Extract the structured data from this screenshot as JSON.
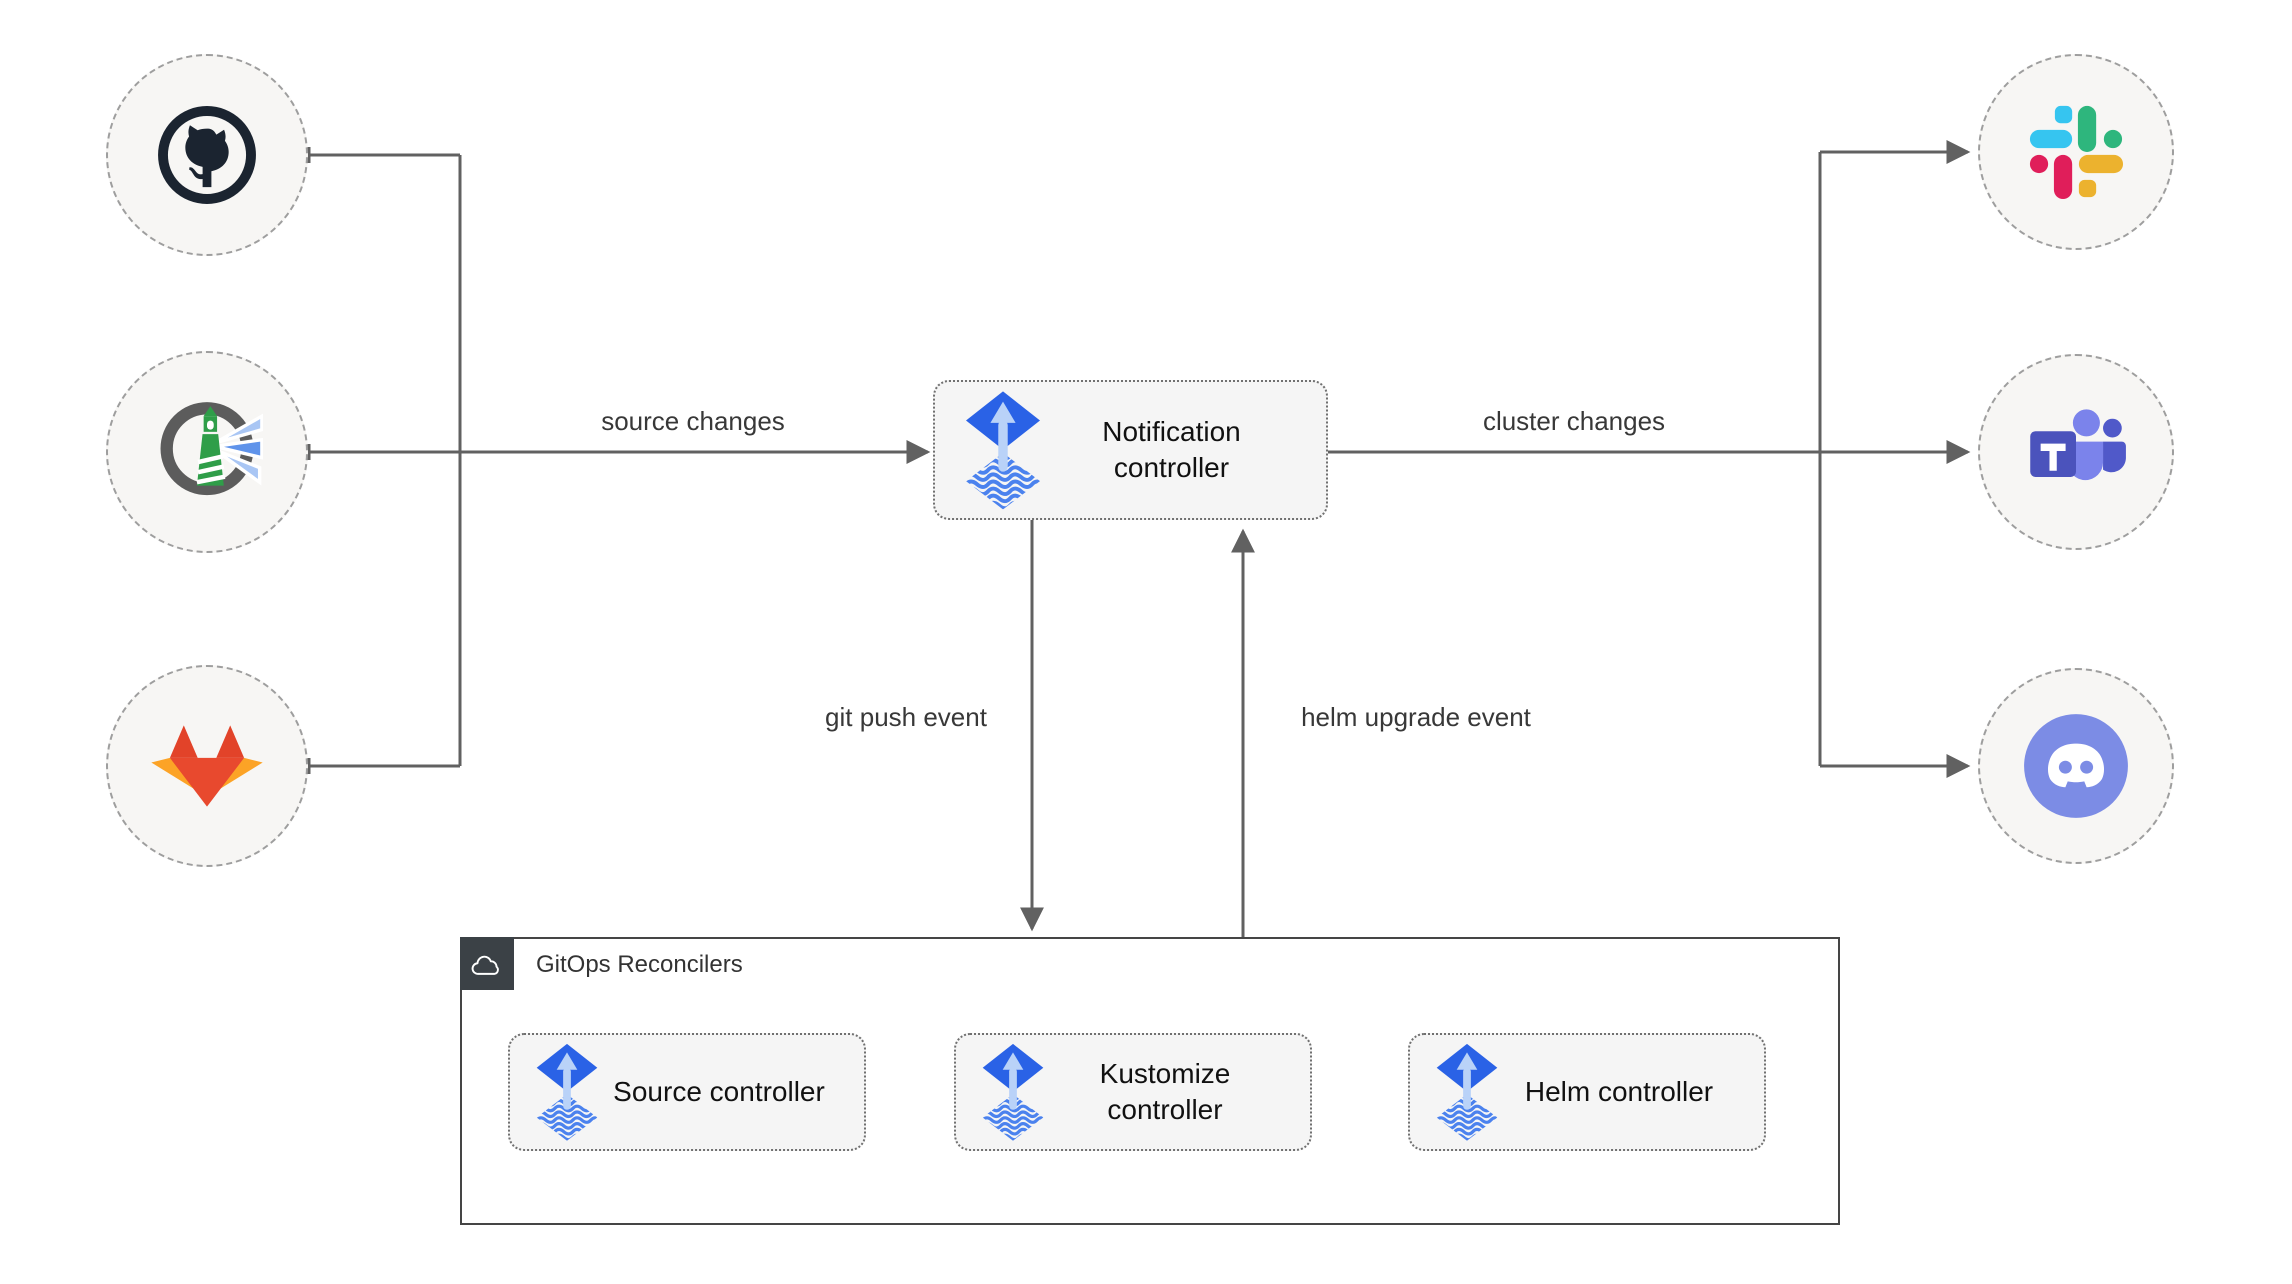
{
  "diagram": {
    "title_implicit": "Flux notification controller architecture",
    "container": {
      "label": "GitOps Reconcilers",
      "icon": "cloud-icon"
    },
    "nodes": {
      "notification": {
        "label": "Notification controller",
        "icon": "flux-icon"
      },
      "source": {
        "label": "Source controller",
        "icon": "flux-icon"
      },
      "kustomize": {
        "label": "Kustomize controller",
        "icon": "flux-icon"
      },
      "helm": {
        "label": "Helm controller",
        "icon": "flux-icon"
      }
    },
    "edge_labels": {
      "source_changes": "source changes",
      "cluster_changes": "cluster changes",
      "git_push": "git push event",
      "helm_upgrade": "helm upgrade event"
    },
    "integrations": {
      "sources": [
        "github",
        "harbor",
        "gitlab"
      ],
      "notification_targets": [
        "slack",
        "microsoft-teams",
        "discord"
      ]
    },
    "icons": {
      "github": "github-icon",
      "harbor": "harbor-icon",
      "gitlab": "gitlab-icon",
      "slack": "slack-icon",
      "microsoft_teams": "ms-teams-icon",
      "discord": "discord-icon",
      "flux": "flux-icon",
      "cloud": "cloud-icon"
    },
    "colors": {
      "edge": "#616161",
      "circle_fill": "#f7f6f4",
      "circle_border": "#9e9e9e",
      "box_fill": "#f5f5f5",
      "box_border": "#707070",
      "container_border": "#454545",
      "container_tab": "#3b4146",
      "flux_blue": "#2a62e6",
      "flux_light_blue": "#b9d2f8",
      "flux_wave_blue": "#4b82ee",
      "github_dark": "#1b2430",
      "harbor_gray": "#5c5c5c",
      "harbor_green": "#2f9e49",
      "harbor_beam_light": "#a9c6f4",
      "harbor_beam_dark": "#5f93ea",
      "gitlab_red": "#e24329",
      "gitlab_center": "#e8492e",
      "gitlab_yellow": "#fca326",
      "slack_blue": "#36c5f0",
      "slack_green": "#2eb67d",
      "slack_red": "#e01e5a",
      "slack_yellow": "#ecb22e",
      "teams_dark": "#4b53bc",
      "teams_mid": "#7b83eb",
      "teams_light": "#5059c9",
      "discord_blurple": "#7c8ce5",
      "node_text": "#111111",
      "edge_label_text": "#383838"
    }
  }
}
